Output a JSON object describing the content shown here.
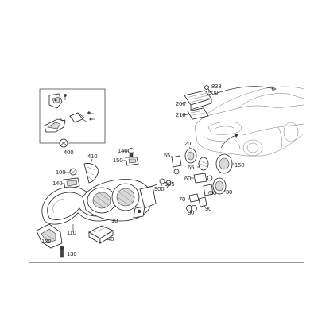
{
  "diagram": {
    "callouts": [
      "833",
      "500",
      "200",
      "210",
      "410",
      "140",
      "150",
      "400",
      "55",
      "20",
      "65",
      "100",
      "140",
      "150",
      "60",
      "900",
      "905",
      "30",
      "70",
      "50",
      "80",
      "90",
      "10",
      "110",
      "40",
      "120",
      "130"
    ]
  }
}
